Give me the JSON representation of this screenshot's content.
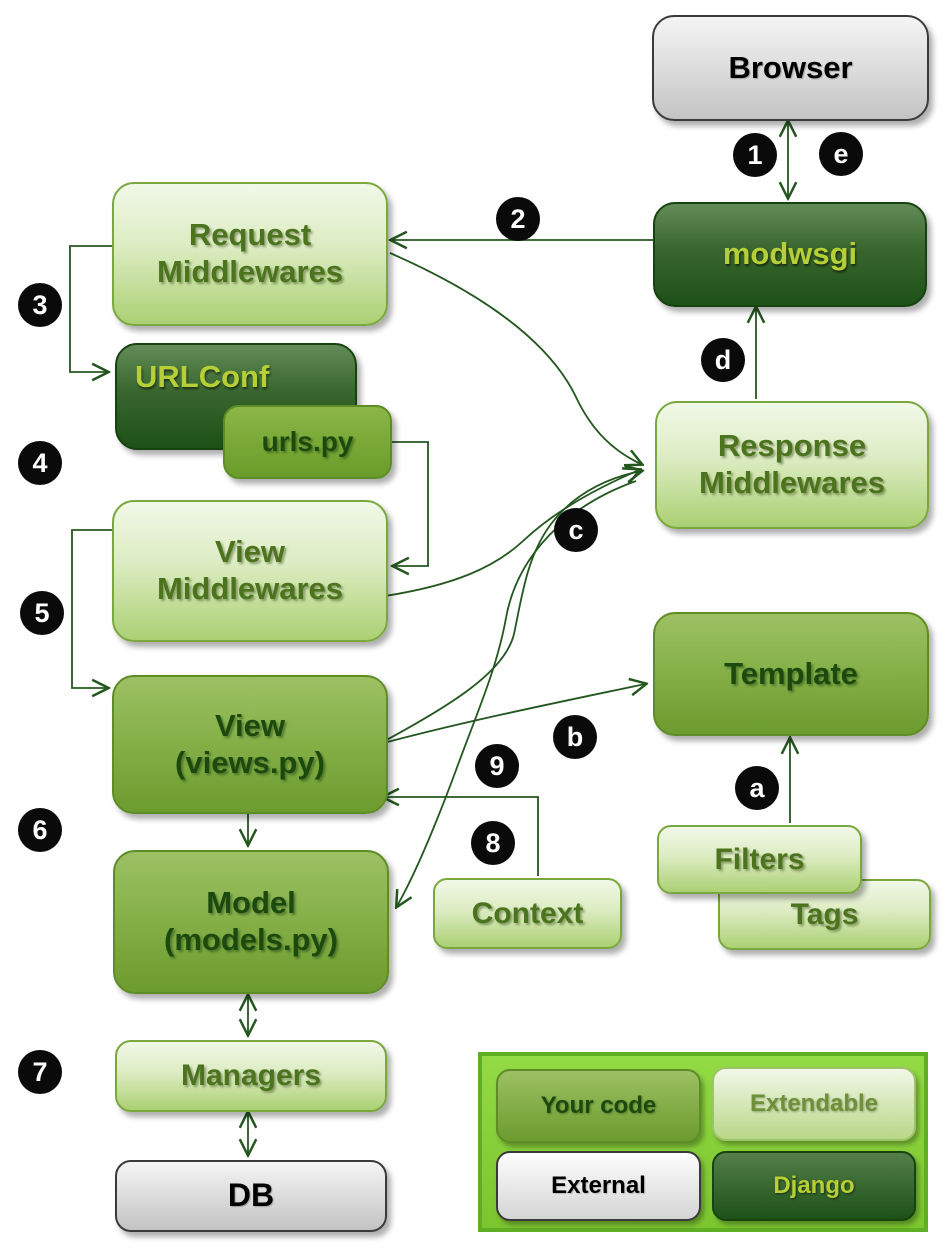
{
  "nodes": {
    "browser": {
      "label": "Browser",
      "type": "external"
    },
    "modwsgi": {
      "label": "modwsgi",
      "type": "django"
    },
    "request_middlewares": {
      "label": "Request\nMiddlewares",
      "type": "extendable"
    },
    "urlconf": {
      "label": "URLConf",
      "type": "django"
    },
    "urls_py": {
      "label": "urls.py",
      "type": "your_code"
    },
    "view_middlewares": {
      "label": "View\nMiddlewares",
      "type": "extendable"
    },
    "view": {
      "label": "View\n(views.py)",
      "type": "your_code"
    },
    "model": {
      "label": "Model\n(models.py)",
      "type": "your_code"
    },
    "managers": {
      "label": "Managers",
      "type": "extendable"
    },
    "db": {
      "label": "DB",
      "type": "external"
    },
    "response_middlewares": {
      "label": "Response\nMiddlewares",
      "type": "extendable"
    },
    "template": {
      "label": "Template",
      "type": "your_code"
    },
    "filters": {
      "label": "Filters",
      "type": "extendable"
    },
    "tags": {
      "label": "Tags",
      "type": "extendable"
    },
    "context": {
      "label": "Context",
      "type": "extendable"
    }
  },
  "badges": {
    "n1": "1",
    "n2": "2",
    "n3": "3",
    "n4": "4",
    "n5": "5",
    "n6": "6",
    "n7": "7",
    "n8": "8",
    "n9": "9",
    "la": "a",
    "lb": "b",
    "lc": "c",
    "ld": "d",
    "le": "e"
  },
  "legend": {
    "your_code": "Your code",
    "extendable": "Extendable",
    "external": "External",
    "django": "Django"
  },
  "colors": {
    "arrow": "#24571f",
    "badge_bg": "#0a0a0a",
    "badge_text": "#ffffff",
    "your_code_fill": "#84af47",
    "extendable_fill": "#dcecc2",
    "external_fill": "#dddddd",
    "django_fill": "#39662e",
    "django_text": "#b6cf37",
    "legend_bg": "#86cf3a"
  }
}
